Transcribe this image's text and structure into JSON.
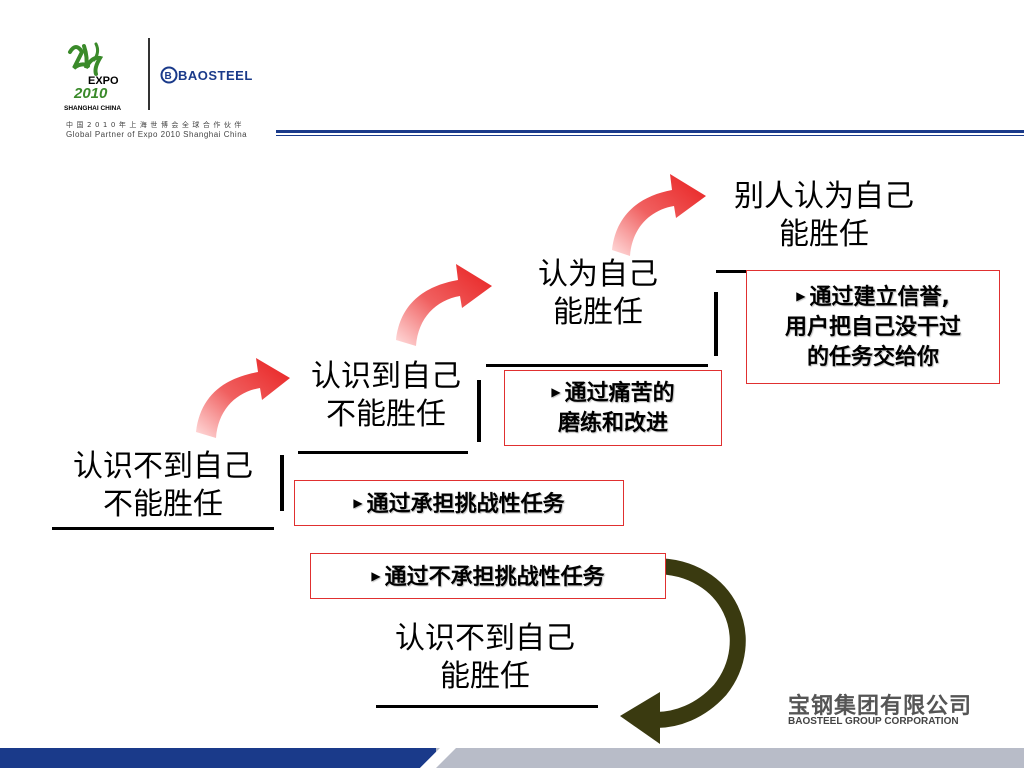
{
  "header": {
    "expo_logo_text": "EXPO 2010 SHANGHAI CHINA",
    "baosteel_logo_text": "BAOSTEEL",
    "partner_cn": "中国2010年上海世博会全球合作伙伴",
    "partner_en": "Global Partner of Expo 2010 Shanghai China"
  },
  "stages": {
    "s1": {
      "line1": "认识不到自己",
      "line2": "不能胜任"
    },
    "s2": {
      "line1": "认识到自己",
      "line2": "不能胜任"
    },
    "s3": {
      "line1": "认为自己",
      "line2": "能胜任"
    },
    "s4": {
      "line1": "别人认为自己",
      "line2": "能胜任"
    },
    "alt": {
      "line1": "认识不到自己",
      "line2": "能胜任"
    }
  },
  "boxes": {
    "b1": {
      "text": "通过承担挑战性任务"
    },
    "b2": {
      "line1": "通过痛苦的",
      "line2": "磨练和改进"
    },
    "b3": {
      "line1": "通过建立信誉,",
      "line2": "用户把自己没干过",
      "line3": "的任务交给你"
    },
    "b4": {
      "text": "通过不承担挑战性任务"
    }
  },
  "footer": {
    "company_cn": "宝钢集团有限公司",
    "company_en": "BAOSTEEL GROUP CORPORATION"
  },
  "colors": {
    "accent_red": "#e03030",
    "navy": "#1a3a8a",
    "curve_olive": "#3a3a10"
  }
}
